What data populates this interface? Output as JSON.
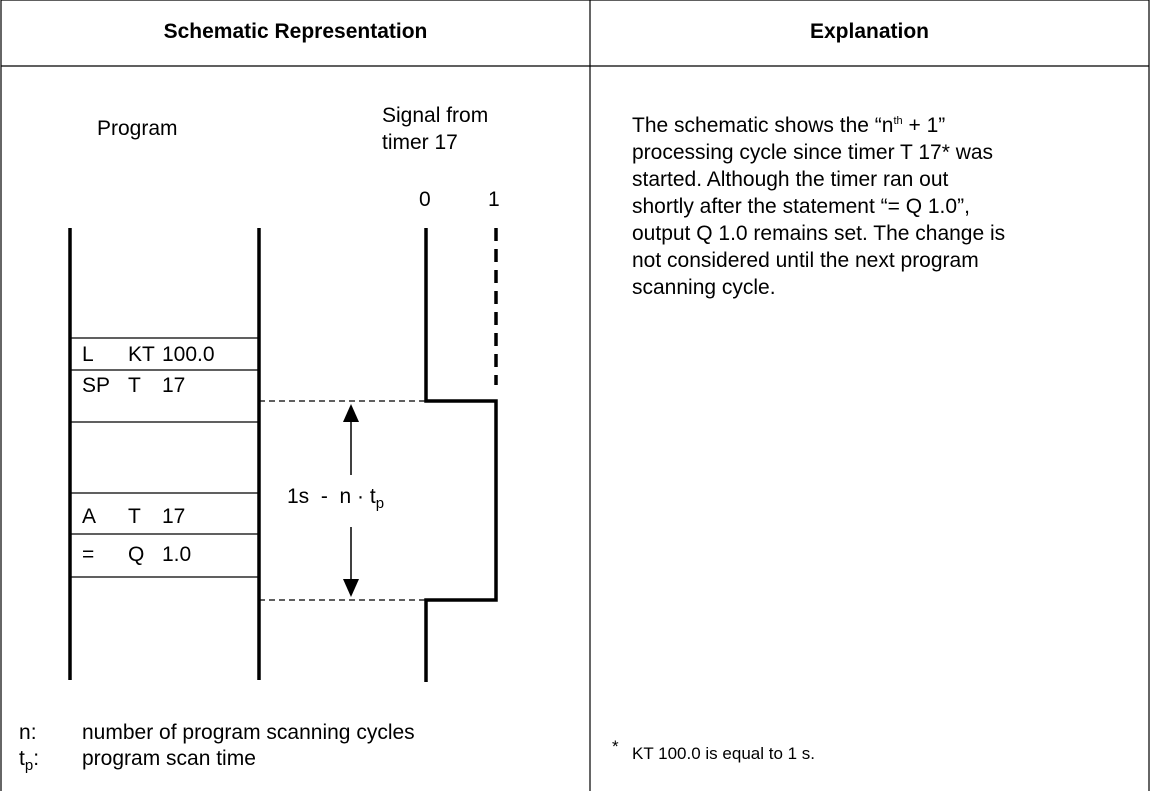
{
  "table": {
    "left_header": "Schematic Representation",
    "right_header": "Explanation"
  },
  "diagram": {
    "program_label": "Program",
    "signal_label_line1": "Signal from",
    "signal_label_line2": "timer 17",
    "level_0": "0",
    "level_1": "1",
    "statements": [
      {
        "op": "L",
        "operand": "KT",
        "value": "100.0"
      },
      {
        "op": "SP",
        "operand": "T",
        "value": "17"
      },
      {
        "op": "A",
        "operand": "T",
        "value": "17"
      },
      {
        "op": "=",
        "operand": "Q",
        "value": "1.0"
      }
    ],
    "interval": {
      "prefix": "1s  -  n · t",
      "subscript": "p"
    }
  },
  "legend": [
    {
      "symbol": "n",
      "symbol_sub": "",
      "colon": ":",
      "text": "number of program scanning cycles"
    },
    {
      "symbol": "t",
      "symbol_sub": "p",
      "colon": ":",
      "text": "program scan time"
    }
  ],
  "explanation": {
    "p1": "The schematic shows the “n",
    "p1_sup": "th",
    "p1_rest": " + 1”",
    "line2": "processing cycle since timer T 17* was",
    "line3": "started.  Although the timer ran out",
    "line4": "shortly after the statement “= Q 1.0”,",
    "line5": "output Q 1.0 remains set.  The change is",
    "line6": "not considered until the next program",
    "line7": "scanning cycle."
  },
  "footnote": {
    "mark": "*",
    "text": "KT 100.0 is equal to 1 s."
  }
}
